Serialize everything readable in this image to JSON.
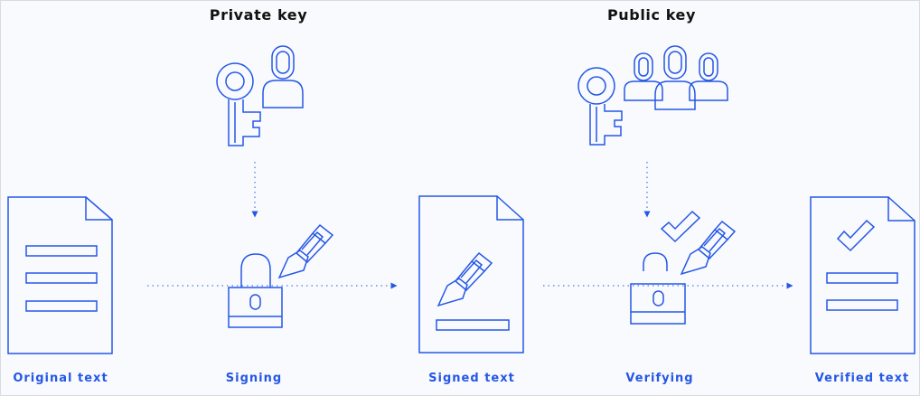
{
  "headings": {
    "private_key": "Private key",
    "public_key": "Public key"
  },
  "captions": {
    "original_text": "Original text",
    "signing": "Signing",
    "signed_text": "Signed text",
    "verifying": "Verifying",
    "verified_text": "Verified text"
  },
  "colors": {
    "accent": "#2457e6",
    "heading": "#111111",
    "background": "#f9fafd"
  },
  "icons": [
    "key-icon",
    "user-icon",
    "users-group-icon",
    "document-icon",
    "padlock-closed-icon",
    "padlock-open-icon",
    "pen-icon",
    "checkmark-icon",
    "dotted-arrow"
  ]
}
